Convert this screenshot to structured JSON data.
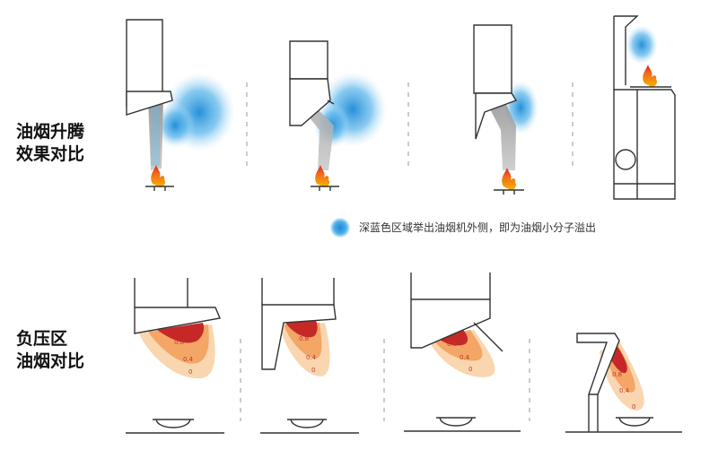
{
  "labels": {
    "row1": [
      "油烟升腾",
      "效果对比"
    ],
    "row2": [
      "负压区",
      "油烟对比"
    ]
  },
  "legend": {
    "text": "深蓝色区域举出油烟机外侧，即为油烟小分子溢出",
    "color": "#1b8ad6"
  },
  "zone_values": [
    "0.8",
    "0.4",
    "0"
  ],
  "colors": {
    "smoke": "#9a9a9a",
    "leak_blue": "#3aa2e2",
    "pressure_core": "#c62828",
    "pressure_mid": "#f08a3c",
    "pressure_outer": "#f9d6b0"
  }
}
